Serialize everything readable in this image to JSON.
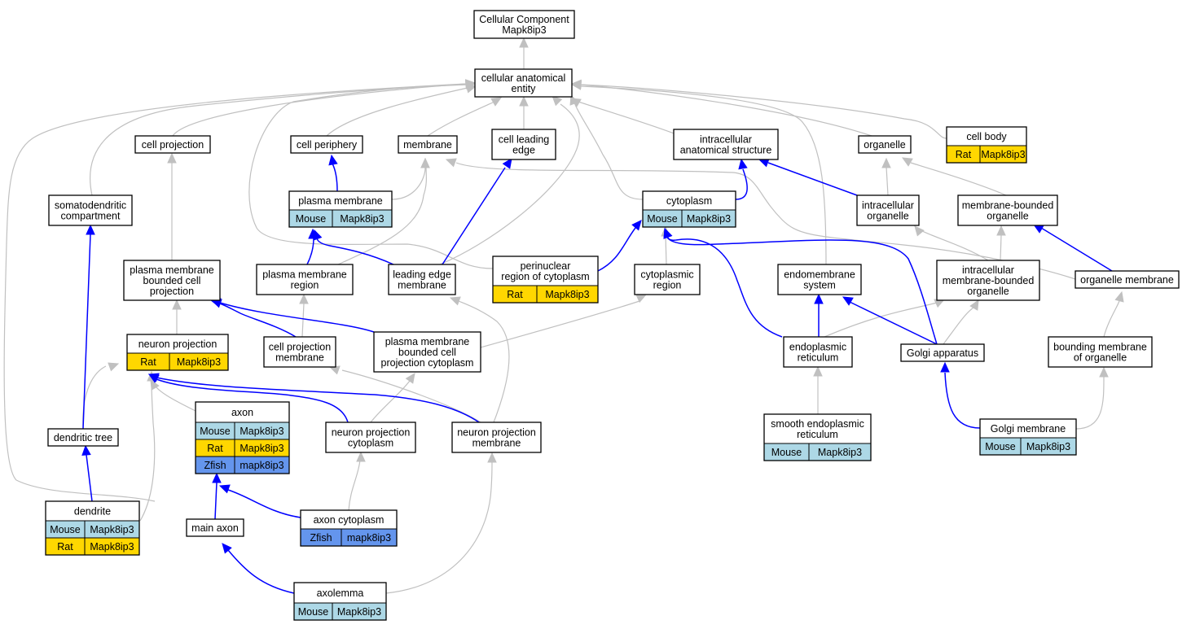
{
  "colors": {
    "mouse": "#add8e6",
    "rat": "#ffd700",
    "zfish": "#6495ed",
    "direct_edge": "#0000ff",
    "inferred_edge": "#c0c0c0"
  },
  "nodes": [
    {
      "id": "cc",
      "lines": [
        "Cellular Component",
        "Mapk8ip3"
      ],
      "rows": []
    },
    {
      "id": "cae",
      "lines": [
        "cellular anatomical",
        "entity"
      ],
      "rows": []
    },
    {
      "id": "cell-projection",
      "lines": [
        "cell projection"
      ],
      "rows": []
    },
    {
      "id": "cell-periphery",
      "lines": [
        "cell periphery"
      ],
      "rows": []
    },
    {
      "id": "membrane",
      "lines": [
        "membrane"
      ],
      "rows": []
    },
    {
      "id": "cell-leading-edge",
      "lines": [
        "cell leading",
        "edge"
      ],
      "rows": []
    },
    {
      "id": "ias",
      "lines": [
        "intracellular",
        "anatomical structure"
      ],
      "rows": []
    },
    {
      "id": "organelle",
      "lines": [
        "organelle"
      ],
      "rows": []
    },
    {
      "id": "cell-body",
      "lines": [
        "cell body"
      ],
      "rows": [
        {
          "species": "Rat",
          "gene": "Mapk8ip3",
          "color": "rat"
        }
      ]
    },
    {
      "id": "somatodendritic",
      "lines": [
        "somatodendritic",
        "compartment"
      ],
      "rows": []
    },
    {
      "id": "plasma-membrane",
      "lines": [
        "plasma membrane"
      ],
      "rows": [
        {
          "species": "Mouse",
          "gene": "Mapk8ip3",
          "color": "mouse"
        }
      ]
    },
    {
      "id": "cytoplasm",
      "lines": [
        "cytoplasm"
      ],
      "rows": [
        {
          "species": "Mouse",
          "gene": "Mapk8ip3",
          "color": "mouse"
        }
      ]
    },
    {
      "id": "intracellular-organelle",
      "lines": [
        "intracellular",
        "organelle"
      ],
      "rows": []
    },
    {
      "id": "membrane-bounded-organelle",
      "lines": [
        "membrane-bounded",
        "organelle"
      ],
      "rows": []
    },
    {
      "id": "pm-bounded-cell-projection",
      "lines": [
        "plasma membrane",
        "bounded cell",
        "projection"
      ],
      "rows": []
    },
    {
      "id": "pm-region",
      "lines": [
        "plasma membrane",
        "region"
      ],
      "rows": []
    },
    {
      "id": "leading-edge-membrane",
      "lines": [
        "leading edge",
        "membrane"
      ],
      "rows": []
    },
    {
      "id": "perinuclear",
      "lines": [
        "perinuclear",
        "region of cytoplasm"
      ],
      "rows": [
        {
          "species": "Rat",
          "gene": "Mapk8ip3",
          "color": "rat"
        }
      ]
    },
    {
      "id": "cytoplasmic-region",
      "lines": [
        "cytoplasmic",
        "region"
      ],
      "rows": []
    },
    {
      "id": "endomembrane",
      "lines": [
        "endomembrane",
        "system"
      ],
      "rows": []
    },
    {
      "id": "intracellular-mbo",
      "lines": [
        "intracellular",
        "membrane-bounded",
        "organelle"
      ],
      "rows": []
    },
    {
      "id": "organelle-membrane",
      "lines": [
        "organelle membrane"
      ],
      "rows": []
    },
    {
      "id": "neuron-projection",
      "lines": [
        "neuron projection"
      ],
      "rows": [
        {
          "species": "Rat",
          "gene": "Mapk8ip3",
          "color": "rat"
        }
      ]
    },
    {
      "id": "cell-projection-membrane",
      "lines": [
        "cell projection",
        "membrane"
      ],
      "rows": []
    },
    {
      "id": "pmbcp-cytoplasm",
      "lines": [
        "plasma membrane",
        "bounded cell",
        "projection cytoplasm"
      ],
      "rows": []
    },
    {
      "id": "er",
      "lines": [
        "endoplasmic",
        "reticulum"
      ],
      "rows": []
    },
    {
      "id": "golgi-apparatus",
      "lines": [
        "Golgi apparatus"
      ],
      "rows": []
    },
    {
      "id": "bounding-membrane",
      "lines": [
        "bounding membrane",
        "of organelle"
      ],
      "rows": []
    },
    {
      "id": "axon",
      "lines": [
        "axon"
      ],
      "rows": [
        {
          "species": "Mouse",
          "gene": "Mapk8ip3",
          "color": "mouse"
        },
        {
          "species": "Rat",
          "gene": "Mapk8ip3",
          "color": "rat"
        },
        {
          "species": "Zfish",
          "gene": "mapk8ip3",
          "color": "zfish"
        }
      ]
    },
    {
      "id": "dendritic-tree",
      "lines": [
        "dendritic tree"
      ],
      "rows": []
    },
    {
      "id": "np-cytoplasm",
      "lines": [
        "neuron projection",
        "cytoplasm"
      ],
      "rows": []
    },
    {
      "id": "np-membrane",
      "lines": [
        "neuron projection",
        "membrane"
      ],
      "rows": []
    },
    {
      "id": "smooth-er",
      "lines": [
        "smooth endoplasmic",
        "reticulum"
      ],
      "rows": [
        {
          "species": "Mouse",
          "gene": "Mapk8ip3",
          "color": "mouse"
        }
      ]
    },
    {
      "id": "golgi-membrane",
      "lines": [
        "Golgi membrane"
      ],
      "rows": [
        {
          "species": "Mouse",
          "gene": "Mapk8ip3",
          "color": "mouse"
        }
      ]
    },
    {
      "id": "dendrite",
      "lines": [
        "dendrite"
      ],
      "rows": [
        {
          "species": "Mouse",
          "gene": "Mapk8ip3",
          "color": "mouse"
        },
        {
          "species": "Rat",
          "gene": "Mapk8ip3",
          "color": "rat"
        }
      ]
    },
    {
      "id": "main-axon",
      "lines": [
        "main axon"
      ],
      "rows": []
    },
    {
      "id": "axon-cytoplasm",
      "lines": [
        "axon cytoplasm"
      ],
      "rows": [
        {
          "species": "Zfish",
          "gene": "mapk8ip3",
          "color": "zfish"
        }
      ]
    },
    {
      "id": "axolemma",
      "lines": [
        "axolemma"
      ],
      "rows": [
        {
          "species": "Mouse",
          "gene": "Mapk8ip3",
          "color": "mouse"
        }
      ]
    }
  ]
}
